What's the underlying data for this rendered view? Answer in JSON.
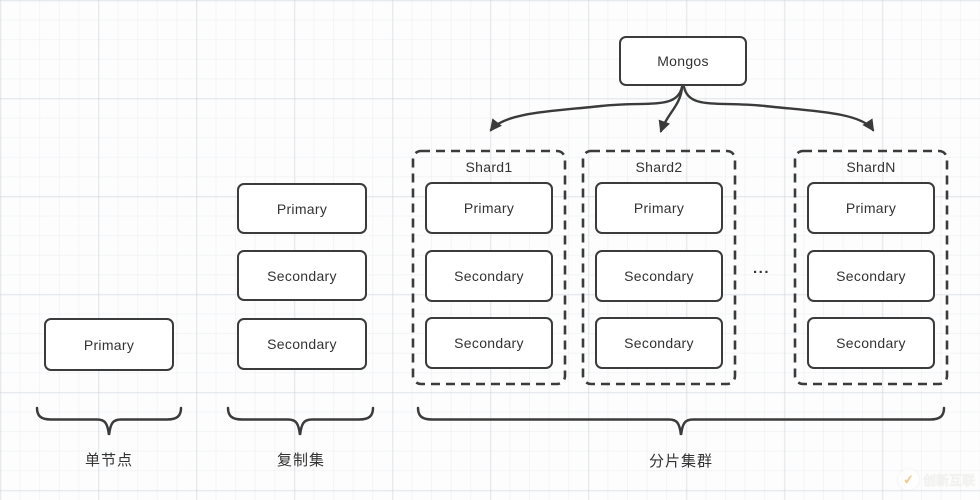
{
  "diagram": {
    "mongos": {
      "label": "Mongos"
    },
    "single_node": {
      "group_label": "单节点",
      "nodes": [
        "Primary"
      ]
    },
    "replica_set": {
      "group_label": "复制集",
      "nodes": [
        "Primary",
        "Secondary",
        "Secondary"
      ]
    },
    "sharded_cluster": {
      "group_label": "分片集群",
      "ellipsis": "...",
      "shards": [
        {
          "title": "Shard1",
          "nodes": [
            "Primary",
            "Secondary",
            "Secondary"
          ]
        },
        {
          "title": "Shard2",
          "nodes": [
            "Primary",
            "Secondary",
            "Secondary"
          ]
        },
        {
          "title": "ShardN",
          "nodes": [
            "Primary",
            "Secondary",
            "Secondary"
          ]
        }
      ]
    },
    "watermark": {
      "icon": "check-circle-icon",
      "text": "创新互联"
    },
    "colors": {
      "line": "#3b3b3b",
      "box_border": "#3b3b3b",
      "text": "#333333",
      "watermark_accent": "#e8a33d"
    }
  }
}
